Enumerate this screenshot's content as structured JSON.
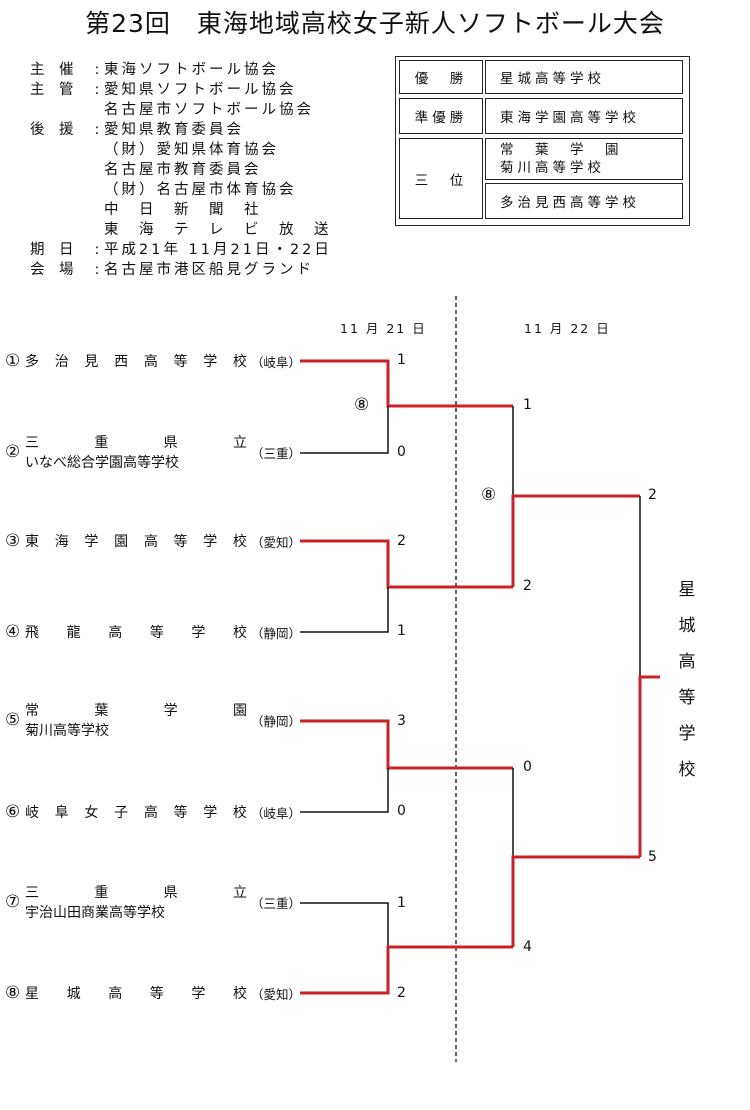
{
  "title": "第23回　東海地域高校女子新人ソフトボール大会",
  "info": [
    {
      "key": "主　催",
      "value": "東海ソフトボール協会"
    },
    {
      "key": "主　管",
      "value": "愛知県ソフトボール協会"
    },
    {
      "key": "",
      "value": "名古屋市ソフトボール協会"
    },
    {
      "key": "後　援",
      "value": "愛知県教育委員会"
    },
    {
      "key": "",
      "value": "（財）愛知県体育協会"
    },
    {
      "key": "",
      "value": "名古屋市教育委員会"
    },
    {
      "key": "",
      "value": "（財）名古屋市体育協会"
    },
    {
      "key": "",
      "value": "中　日　新　聞　社"
    },
    {
      "key": "",
      "value": "東　海　テ　レ　ビ　放　送"
    },
    {
      "key": "期　日",
      "value": "平成21年 11月21日・22日"
    },
    {
      "key": "会　場",
      "value": "名古屋市港区船見グランド"
    }
  ],
  "results": {
    "win_label": "優　勝",
    "win_team": "星城高等学校",
    "runner_label": "準優勝",
    "runner_team": "東海学園高等学校",
    "third_label": "三　位",
    "third_team1_line1": "常　葉　学　園",
    "third_team1_line2": "菊川高等学校",
    "third_team2": "多治見西高等学校"
  },
  "dates": {
    "day1": "11 月 21 日",
    "day2": "11 月 22 日"
  },
  "teams": [
    {
      "num": "①",
      "lines": [
        "多治見西高等学校"
      ],
      "pref": "（岐阜）"
    },
    {
      "num": "②",
      "lines": [
        "三　重　県　立",
        "いなべ総合学園高等学校"
      ],
      "pref": "（三重）"
    },
    {
      "num": "③",
      "lines": [
        "東海学園高等学校"
      ],
      "pref": "（愛知）"
    },
    {
      "num": "④",
      "lines": [
        "飛龍高等学校"
      ],
      "pref": "（静岡）"
    },
    {
      "num": "⑤",
      "lines": [
        "常葉学園",
        "菊川高等学校"
      ],
      "pref": "（静岡）"
    },
    {
      "num": "⑥",
      "lines": [
        "岐阜女子高等学校"
      ],
      "pref": "（岐阜）"
    },
    {
      "num": "⑦",
      "lines": [
        "三　重　県　立",
        "宇治山田商業高等学校"
      ],
      "pref": "（三重）"
    },
    {
      "num": "⑧",
      "lines": [
        "星城高等学校"
      ],
      "pref": "（愛知）"
    }
  ],
  "scores": {
    "r1": [
      "1",
      "0",
      "2",
      "1",
      "3",
      "0",
      "1",
      "2"
    ],
    "r2": [
      "1",
      "2",
      "0",
      "4"
    ],
    "final": [
      "2",
      "5"
    ]
  },
  "innings": {
    "r1_game1": "⑧",
    "r2_game1": "⑧"
  },
  "champion": "星城高等学校",
  "colors": {
    "winner_line": "#cc2027",
    "line": "#111111"
  }
}
